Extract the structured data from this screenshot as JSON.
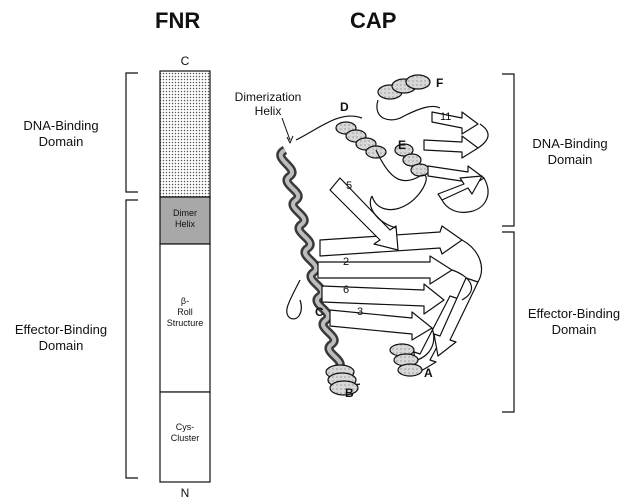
{
  "headers": {
    "fnr": "FNR",
    "cap": "CAP"
  },
  "fnr": {
    "top_label": "C",
    "bottom_label": "N",
    "left_labels": {
      "dna_binding": "DNA-Binding\nDomain",
      "effector_binding": "Effector-Binding\nDomain"
    },
    "segments": {
      "dimer_helix": "Dimer\nHelix",
      "beta_roll": "β-\nRoll\nStructure",
      "cys_cluster": "Cys-\nCluster"
    }
  },
  "cap": {
    "dimerization_label": "Dimerization\nHelix",
    "right_labels": {
      "dna_binding": "DNA-Binding\nDomain",
      "effector_binding": "Effector-Binding\nDomain"
    },
    "helix_letters": [
      "A",
      "B",
      "C",
      "D",
      "E",
      "F"
    ],
    "strand_numbers": [
      "2",
      "3",
      "5",
      "6",
      "11"
    ]
  },
  "colors": {
    "dotted_fill": "#dcdcdc",
    "dimer_fill": "#a8a8a8",
    "line": "#111111",
    "helix_dark": "#3a3a3a"
  }
}
